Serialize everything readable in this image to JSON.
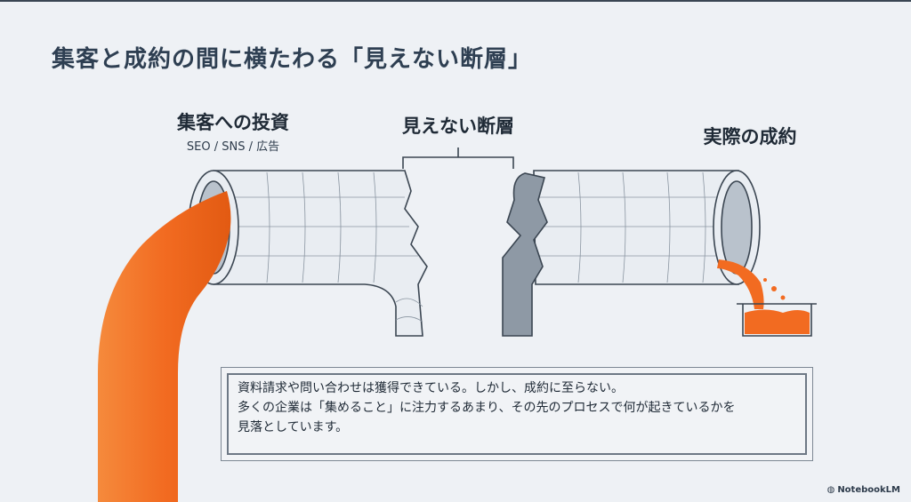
{
  "title": "集客と成約の間に横たわる「見えない断層」",
  "labels": {
    "investment": "集客への投資",
    "investment_sub": "SEO / SNS / 広告",
    "gap": "見えない断層",
    "conversion": "実際の成約"
  },
  "message": {
    "line1": "資料請求や問い合わせは獲得できている。しかし、成約に至らない。",
    "line2": "多くの企業は「集めること」に注力するあまり、その先のプロセスで何が起きているかを",
    "line3": "見落としています。"
  },
  "brand": "NotebookLM",
  "colors": {
    "accent": "#f26b21",
    "pipe": "#e8ecf1",
    "ink": "#2e3f52"
  }
}
